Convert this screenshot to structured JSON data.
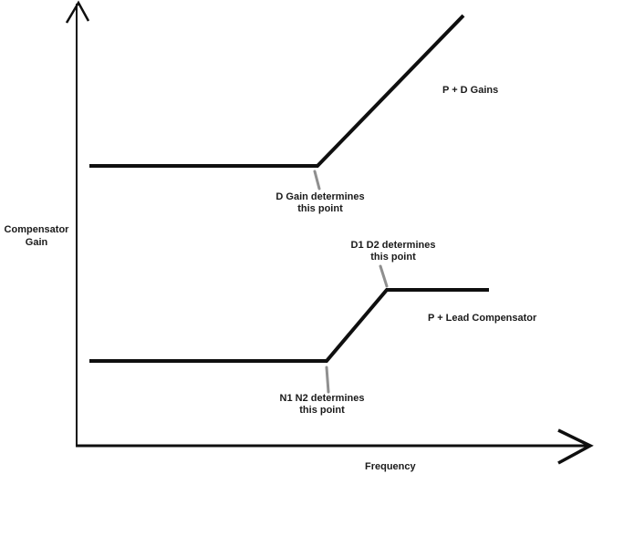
{
  "axes": {
    "y_label_line1": "Compensator",
    "y_label_line2": "Gain",
    "x_label": "Frequency"
  },
  "curves": {
    "pd": {
      "label": "P + D Gains"
    },
    "lead": {
      "label": "P + Lead Compensator"
    }
  },
  "annotations": {
    "d_gain": {
      "line1": "D Gain determines",
      "line2": "this point"
    },
    "d1_d2": {
      "line1": "D1 D2 determines",
      "line2": "this point"
    },
    "n1_n2": {
      "line1": "N1 N2 determines",
      "line2": "this point"
    }
  },
  "colors": {
    "line": "#0f0f0f",
    "tick": "#8f8f8f",
    "text": "#1a1a1a",
    "background": "#ffffff"
  }
}
